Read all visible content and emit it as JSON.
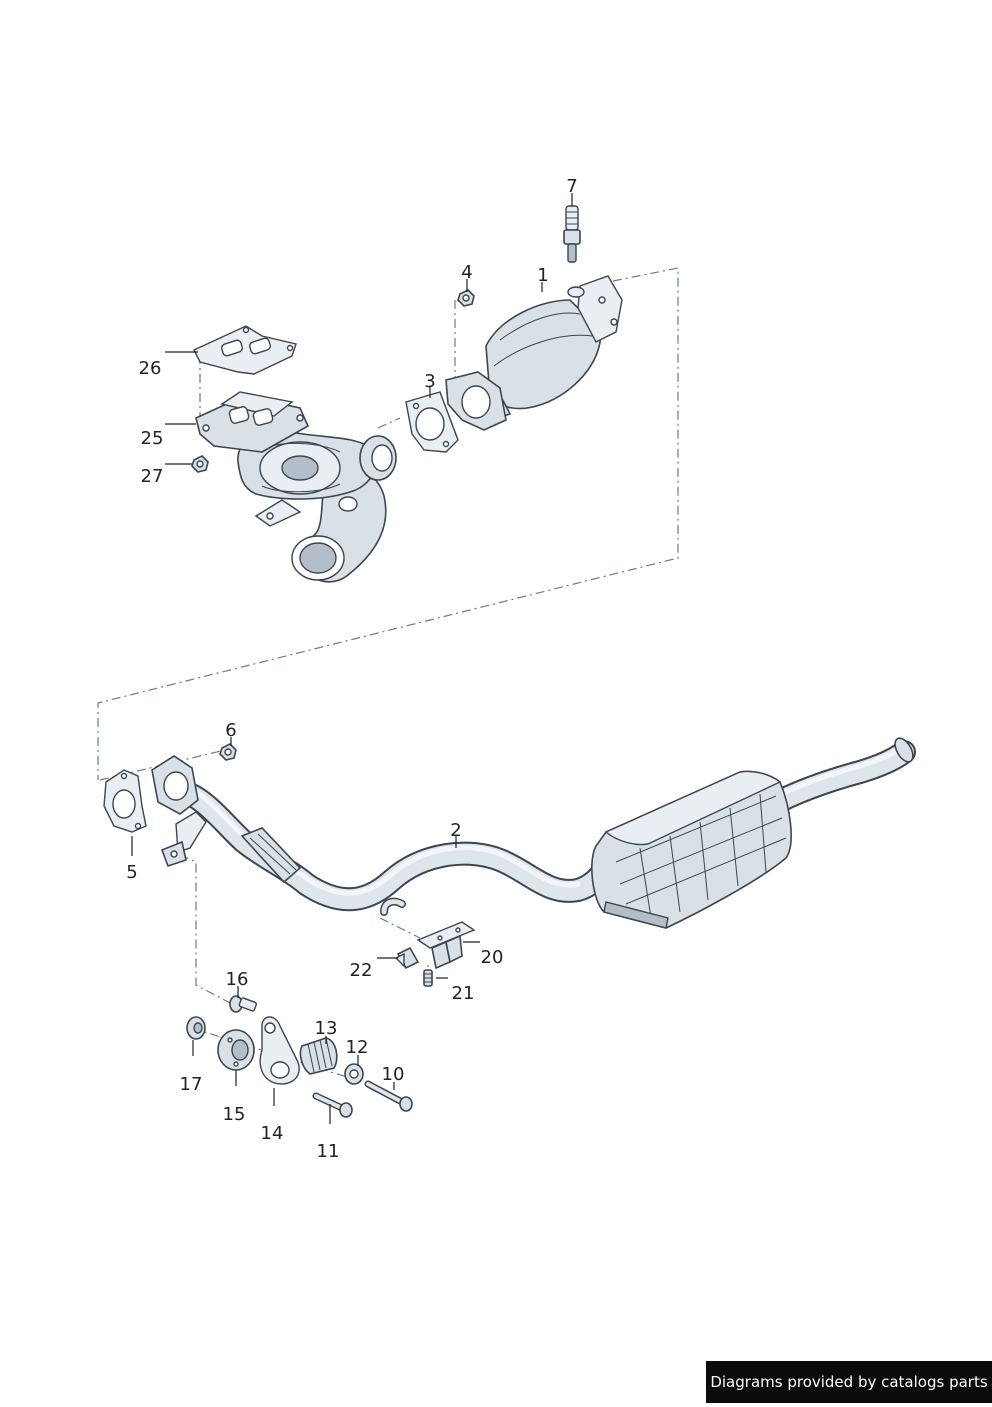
{
  "labels": {
    "p1": "1",
    "p2": "2",
    "p3": "3",
    "p4": "4",
    "p5": "5",
    "p6": "6",
    "p7": "7",
    "p10": "10",
    "p11": "11",
    "p12": "12",
    "p13": "13",
    "p14": "14",
    "p15": "15",
    "p16": "16",
    "p17": "17",
    "p20": "20",
    "p21": "21",
    "p22": "22",
    "p25": "25",
    "p26": "26",
    "p27": "27"
  },
  "footer": {
    "text": "Diagrams provided by catalogs parts"
  }
}
